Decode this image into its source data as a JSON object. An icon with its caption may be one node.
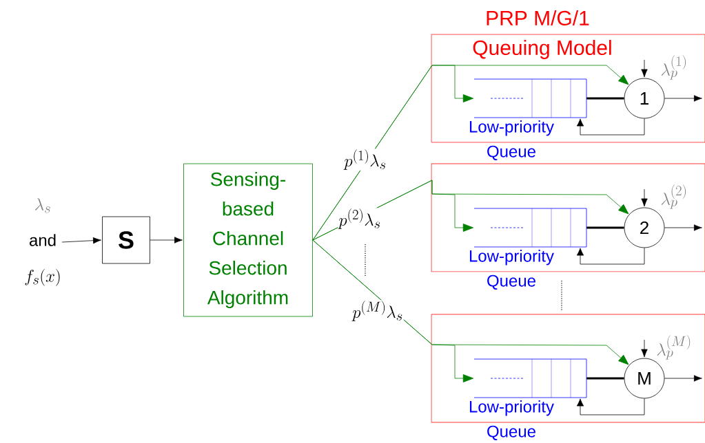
{
  "diagram": {
    "nodes": [
      {
        "text": [
          "\\lambda_s",
          "and",
          "f_s(x)"
        ]
      },
      {
        "text": [
          "S"
        ]
      },
      {
        "text": [
          "Sensing-based Channel Selection Algorithm"
        ]
      },
      {
        "text": [
          "PRP M/G/1",
          "Queuing Model"
        ]
      },
      {
        "text": [],
        "shape": "box",
        "in": 3,
        "beside": [
          "Low-priority Queue"
        ]
      },
      {
        "text": [
          "1"
        ],
        "in": 3,
        "beside": [
          "\\lambda_p^{(1)}"
        ]
      },
      {
        "text": [],
        "shape": "box"
      },
      {
        "text": [],
        "shape": "box",
        "in": 6,
        "beside": [
          "Low-priority Queue"
        ]
      },
      {
        "text": [
          "2"
        ],
        "in": 6,
        "beside": [
          "\\lambda_p^{(2)}"
        ]
      },
      {
        "text": [],
        "shape": "box"
      },
      {
        "text": [],
        "shape": "box",
        "in": 9,
        "beside": [
          "Low-priority Queue"
        ]
      },
      {
        "text": [
          "M"
        ],
        "in": 9,
        "beside": [
          "\\lambda_p^{(M)}"
        ]
      }
    ],
    "edges": [
      {
        "from": 0,
        "to": 1,
        "arrow": "to"
      },
      {
        "from": 1,
        "to": 2,
        "arrow": "to"
      },
      {
        "from": 2,
        "to": 4,
        "arrow": "to",
        "color": "#008000"
      },
      {
        "from": 2,
        "to": 5,
        "arrow": "to",
        "color": "#008000",
        "label": "p^{(1)}\\lambda_s"
      },
      {
        "from": 4,
        "to": 5,
        "arrow": "none",
        "style": "thick"
      },
      {
        "from": 5,
        "to": 4,
        "arrow": "to"
      },
      {
        "from": null,
        "to": 5,
        "arrow": "to"
      },
      {
        "from": 5,
        "to": null,
        "arrow": "to"
      },
      {
        "from": 2,
        "to": 7,
        "arrow": "to",
        "color": "#008000"
      },
      {
        "from": 2,
        "to": 8,
        "arrow": "to",
        "color": "#008000",
        "label": "p^{(2)}\\lambda_s"
      },
      {
        "from": 7,
        "to": 8,
        "arrow": "none",
        "style": "thick"
      },
      {
        "from": 8,
        "to": 7,
        "arrow": "to"
      },
      {
        "from": null,
        "to": 8,
        "arrow": "to"
      },
      {
        "from": 8,
        "to": null,
        "arrow": "to"
      },
      {
        "from": 2,
        "to": 10,
        "arrow": "to",
        "color": "#008000"
      },
      {
        "from": 2,
        "to": 11,
        "arrow": "to",
        "color": "#008000",
        "label": "p^{(M)}\\lambda_s"
      },
      {
        "from": 10,
        "to": 11,
        "arrow": "none",
        "style": "thick"
      },
      {
        "from": 11,
        "to": 10,
        "arrow": "to"
      },
      {
        "from": null,
        "to": 11,
        "arrow": "to"
      },
      {
        "from": 11,
        "to": null,
        "arrow": "to"
      }
    ]
  }
}
